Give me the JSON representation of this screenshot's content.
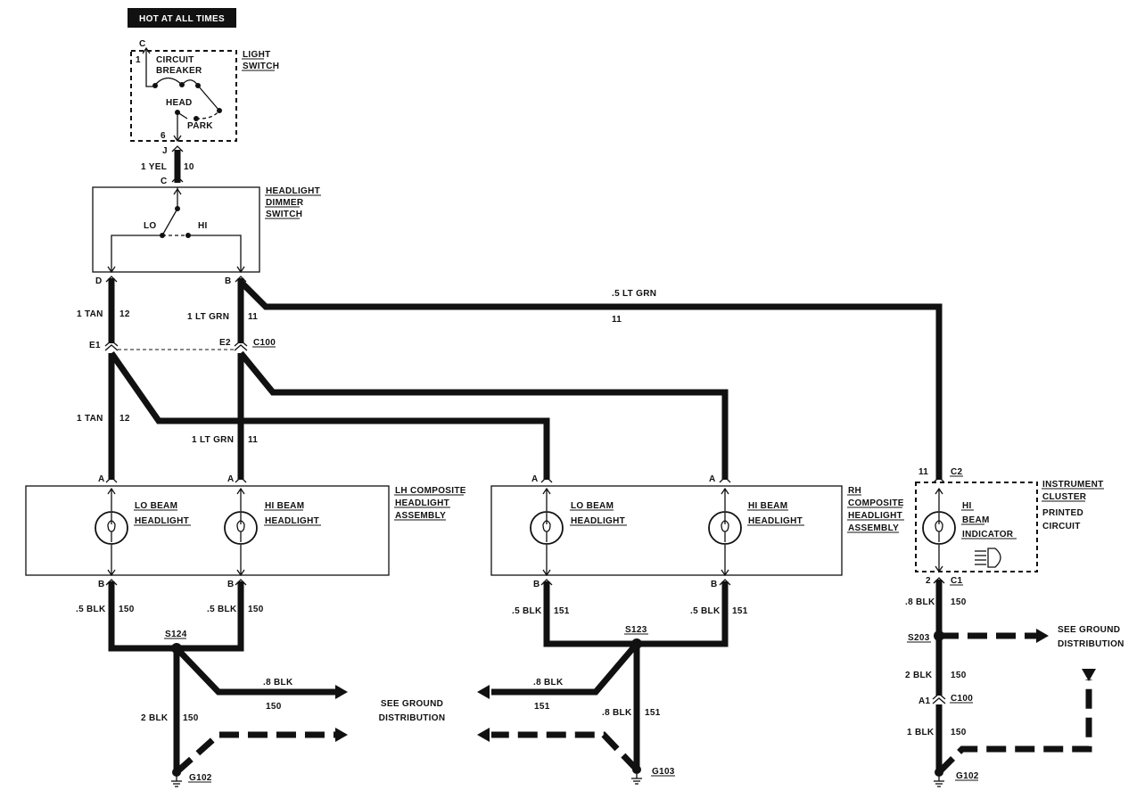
{
  "hot_at_all_times": "HOT AT ALL TIMES",
  "light_switch": {
    "label_1": "LIGHT",
    "label_2": "SWITCH",
    "terminal_c": "C",
    "pin_1": "1",
    "breaker_1": "CIRCUIT",
    "breaker_2": "BREAKER",
    "head": "HEAD",
    "park": "PARK",
    "pin_6": "6",
    "conn_j": "J"
  },
  "wire_yel": {
    "color": "1 YEL",
    "circuit": "10"
  },
  "dimmer": {
    "label_1": "HEADLIGHT",
    "label_2": "DIMMER",
    "label_3": "SWITCH",
    "terminal_c": "C",
    "lo": "LO",
    "hi": "HI",
    "terminal_d": "D",
    "terminal_b": "B"
  },
  "wires": {
    "tan_top_color": "1 TAN",
    "tan_top_circuit": "12",
    "ltgrn_top_color": "1 LT GRN",
    "ltgrn_top_circuit": "11",
    "ltgrn_long_color": ".5 LT GRN",
    "ltgrn_long_circuit": "11",
    "tan_mid_color": "1 TAN",
    "tan_mid_circuit": "12",
    "ltgrn_mid_color": "1 LT GRN",
    "ltgrn_mid_circuit": "11"
  },
  "c100_top": {
    "e1": "E1",
    "e2": "E2",
    "name": "C100"
  },
  "lh": {
    "label_1": "LH COMPOSITE",
    "label_2": "HEADLIGHT",
    "label_3": "ASSEMBLY",
    "lo_1": "LO BEAM",
    "lo_2": "HEADLIGHT",
    "hi_1": "HI BEAM",
    "hi_2": "HEADLIGHT",
    "term_a1": "A",
    "term_a2": "A",
    "term_b1": "B",
    "term_b2": "B",
    "wire_left_color": ".5 BLK",
    "wire_left_circuit": "150",
    "wire_right_color": ".5 BLK",
    "wire_right_circuit": "150"
  },
  "rh": {
    "label_1": "RH",
    "label_2": "COMPOSITE",
    "label_3": "HEADLIGHT",
    "label_4": "ASSEMBLY",
    "lo_1": "LO BEAM",
    "lo_2": "HEADLIGHT",
    "hi_1": "HI BEAM",
    "hi_2": "HEADLIGHT",
    "term_a1": "A",
    "term_a2": "A",
    "term_b1": "B",
    "term_b2": "B",
    "wire_left_color": ".5 BLK",
    "wire_left_circuit": "151",
    "wire_right_color": ".5 BLK",
    "wire_right_circuit": "151"
  },
  "cluster": {
    "label_1": "INSTRUMENT",
    "label_2": "CLUSTER",
    "label_3": "PRINTED",
    "label_4": "CIRCUIT",
    "ind_1": "HI",
    "ind_2": "BEAM",
    "ind_3": "INDICATOR",
    "pin_11": "11",
    "c2": "C2",
    "pin_2": "2",
    "c1": "C1"
  },
  "ground_lh": {
    "splice": "S124",
    "blk8_color": ".8 BLK",
    "blk8_circuit": "150",
    "blk2_color": "2 BLK",
    "blk2_circuit": "150",
    "ground": "G102"
  },
  "ground_center": {
    "line_1": "SEE GROUND",
    "line_2": "DISTRIBUTION"
  },
  "ground_rh": {
    "splice": "S123",
    "blk8_color": ".8 BLK",
    "blk8_circuit": "151",
    "blk8b_color": ".8 BLK",
    "blk8b_circuit": "151",
    "ground": "G103"
  },
  "ground_right": {
    "blk8_color": ".8 BLK",
    "blk8_circuit": "150",
    "splice": "S203",
    "see_1": "SEE GROUND",
    "see_2": "DISTRIBUTION",
    "blk2_color": "2 BLK",
    "blk2_circuit": "150",
    "a1": "A1",
    "c100": "C100",
    "blk1_color": "1 BLK",
    "blk1_circuit": "150",
    "ground": "G102"
  }
}
